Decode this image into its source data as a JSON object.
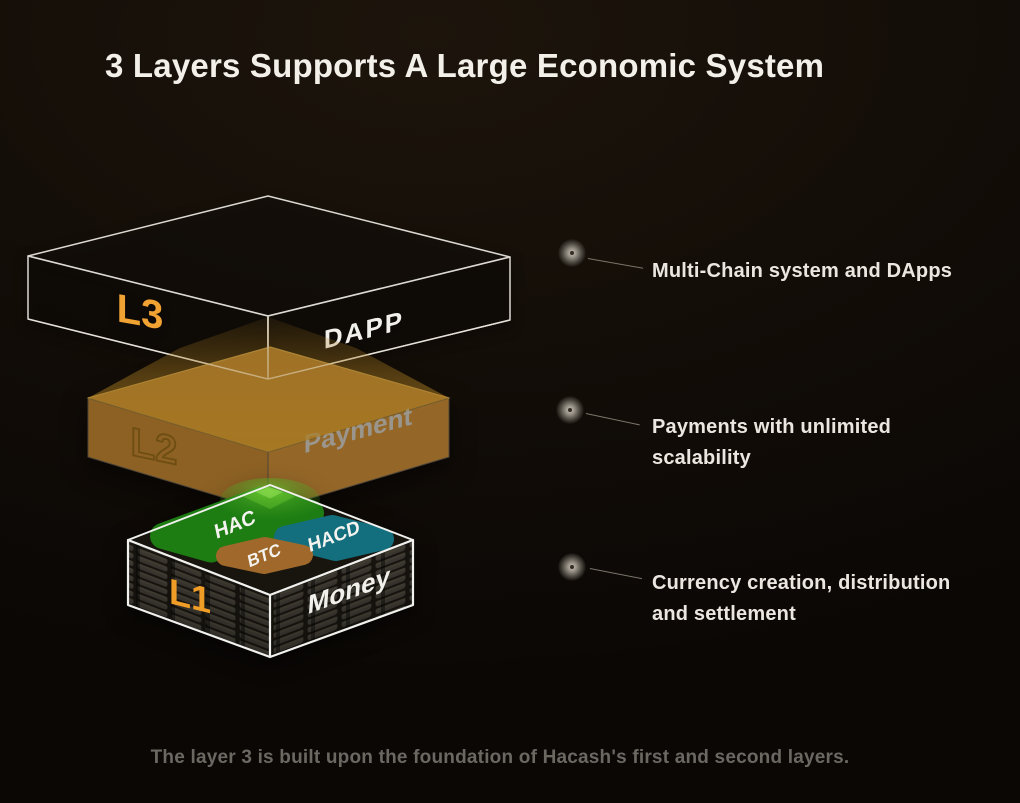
{
  "title": "3 Layers Supports A Large Economic System",
  "caption": "The layer 3 is built upon the foundation of Hacash's first and second layers.",
  "layers": {
    "l3": {
      "name": "L3",
      "face_label": "DAPP"
    },
    "l2": {
      "name": "L2",
      "face_label": "Payment"
    },
    "l1": {
      "name": "L1",
      "face_label": "Money",
      "chips": [
        {
          "label": "HAC",
          "color": "#1d7c12"
        },
        {
          "label": "HACD",
          "color": "#136f7d"
        },
        {
          "label": "BTC",
          "color": "#a0682a"
        }
      ]
    }
  },
  "annotations": [
    {
      "marker": "glow-dot",
      "lines": [
        "Multi-Chain system and DApps"
      ]
    },
    {
      "marker": "glow-dot",
      "lines": [
        "Payments with unlimited",
        "scalability"
      ]
    },
    {
      "marker": "glow-dot",
      "lines": [
        "Currency creation, distribution",
        "and settlement"
      ]
    }
  ],
  "colors": {
    "background": "#0e0a07",
    "accent_orange": "#f0a233",
    "l2_gold": "#9b6d29",
    "hac_green": "#1d7c12",
    "hacd_teal": "#136f7d",
    "btc_brown": "#a0682a",
    "wireframe_white": "#f1f1ee",
    "annotation_text": "#ebe7e0",
    "caption_text": "#6b6862"
  }
}
